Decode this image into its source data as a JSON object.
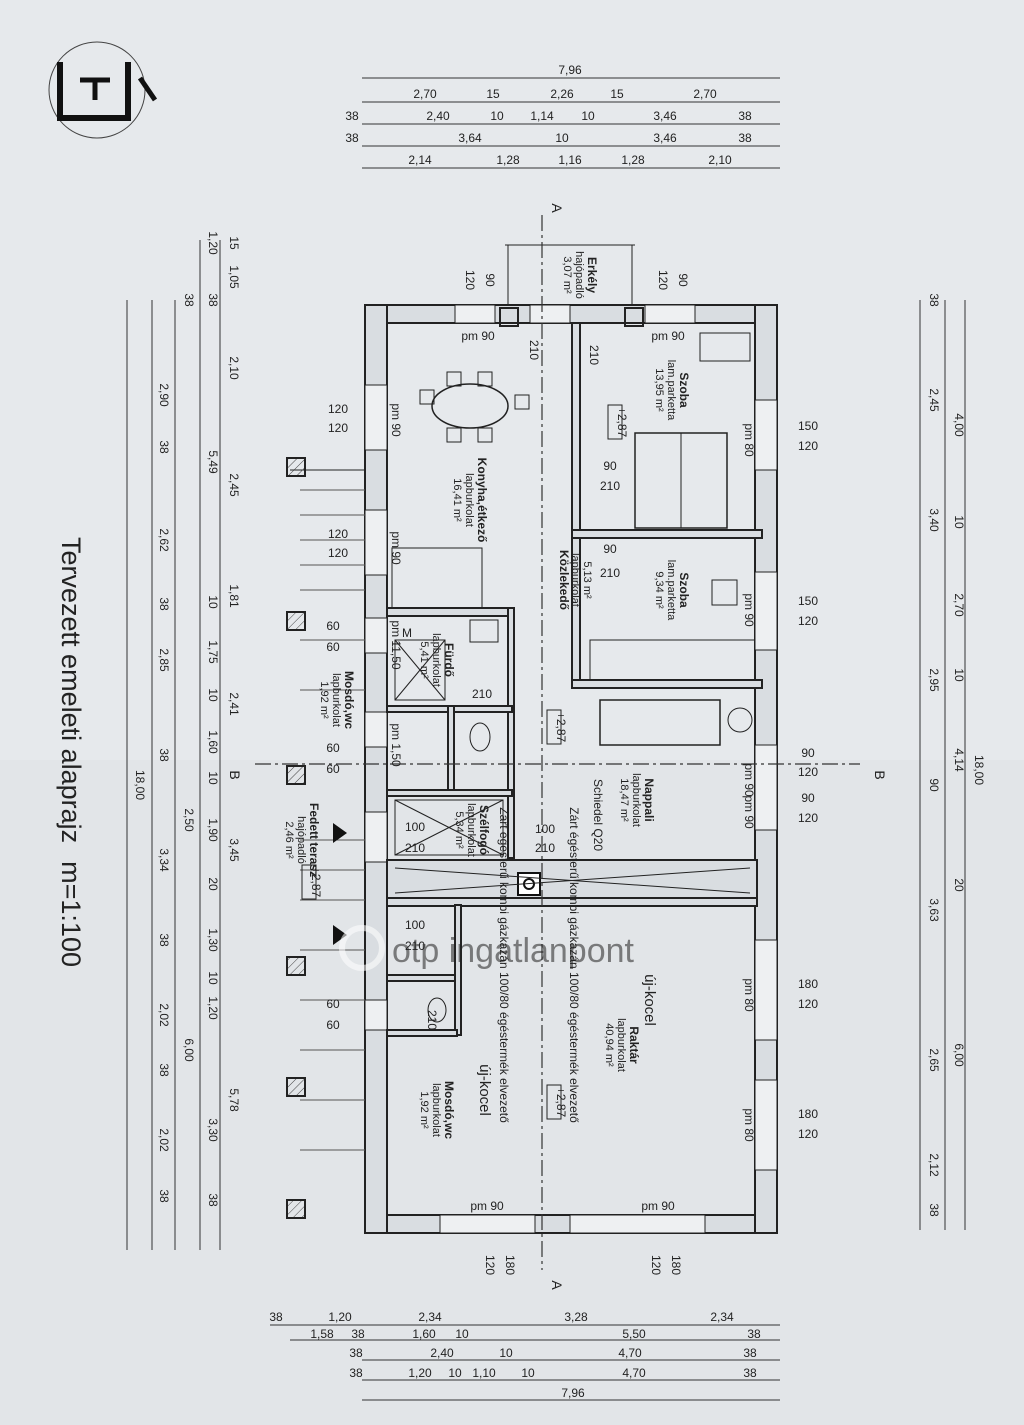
{
  "title": "Tervezett emeleti alaprajz",
  "scale": "m=1:100",
  "logo_text": "otp ingatlanpont",
  "section_marks": {
    "a": "A",
    "b": "B"
  },
  "top_dims": [
    [
      "7,96"
    ],
    [
      "2,70",
      "15",
      "2,26",
      "15",
      "2,70"
    ],
    [
      "38",
      "2,40",
      "10",
      "1,14",
      "10",
      "3,46",
      "38"
    ],
    [
      "38",
      "3,64",
      "10",
      "3,46",
      "38"
    ],
    [
      "2,14",
      "1,28",
      "1,16",
      "1,28",
      "2,10"
    ]
  ],
  "bottom_dims": [
    [
      "38",
      "1,20",
      "2,34",
      "3,28",
      "2,34"
    ],
    [
      "1,58",
      "38",
      "1,60",
      "10",
      "5,50",
      "38"
    ],
    [
      "38",
      "2,40",
      "10",
      "4,70",
      "38"
    ],
    [
      "38",
      "1,20",
      "10",
      "1,10",
      "10",
      "4,70",
      "38"
    ],
    [
      "7,96"
    ]
  ],
  "left_dims": [
    [
      "15",
      "1,05",
      "2,10",
      "2,45",
      "1,81",
      "2,41",
      "3,45",
      "5,78"
    ],
    [
      "1,20",
      "38",
      "5,49",
      "10",
      "1,75",
      "10",
      "1,60",
      "10",
      "1,90",
      "20",
      "1,30",
      "10",
      "1,20",
      "6,00",
      "3,30",
      "38"
    ],
    [
      "38",
      "2,90",
      "38",
      "2,62",
      "38",
      "2,85",
      "38",
      "2,50",
      "3,34",
      "38",
      "2,02",
      "38",
      "2,02",
      "38"
    ],
    [
      "18,00"
    ]
  ],
  "right_dims": [
    [
      "38",
      "2,45",
      "3,40",
      "2,95",
      "90",
      "3,63",
      "2,65",
      "2,12",
      "38"
    ],
    [
      "4,00",
      "10",
      "2,70",
      "10",
      "4,14",
      "20",
      "6,00"
    ],
    [
      "18,00"
    ]
  ],
  "rooms": [
    {
      "name": "Erkély",
      "floor": "hajópadló",
      "area": "3,07 m²"
    },
    {
      "name": "Szoba",
      "floor": "lam.parketta",
      "area": "13,95 m²"
    },
    {
      "name": "Konyha,étkező",
      "floor": "lapburkolat",
      "area": "16,41 m²"
    },
    {
      "name": "Közlekedő",
      "floor": "lapburkolat",
      "area": "5,13 m²"
    },
    {
      "name": "Szoba",
      "floor": "lam.parketta",
      "area": "9,34 m²"
    },
    {
      "name": "Fürdő",
      "floor": "lapburkolat",
      "area": "5,41 m²"
    },
    {
      "name": "Mosdó,wc",
      "floor": "lapburkolat",
      "area": "1,92 m²"
    },
    {
      "name": "Nappali",
      "floor": "lapburkolat",
      "area": "18,47 m²"
    },
    {
      "name": "Szélfogó",
      "floor": "lapburkolat",
      "area": "5,34 m²"
    },
    {
      "name": "Fedett terasz",
      "floor": "hajópadló",
      "area": "2,46 m²"
    },
    {
      "name": "Raktár",
      "floor": "lapburkolat",
      "area": "40,94 m²"
    },
    {
      "name": "Mosdó,wc",
      "floor": "lapburkolat",
      "area": "1,92 m²"
    }
  ],
  "openings": [
    [
      "90",
      "120"
    ],
    [
      "90",
      "120"
    ],
    [
      "120",
      "120"
    ],
    [
      "120",
      "120"
    ],
    [
      "150",
      "120"
    ],
    [
      "150",
      "120"
    ],
    [
      "60",
      "60"
    ],
    [
      "60",
      "60"
    ],
    [
      "90",
      "120"
    ],
    [
      "90",
      "120"
    ],
    [
      "60",
      "60"
    ],
    [
      "180",
      "120"
    ],
    [
      "180",
      "120"
    ],
    [
      "90",
      "210"
    ],
    [
      "90",
      "210"
    ],
    [
      "100",
      "210"
    ],
    [
      "100",
      "210"
    ],
    [
      "100",
      "210"
    ],
    [
      "120",
      "180"
    ],
    [
      "120",
      "180"
    ]
  ],
  "door_210": [
    "210",
    "210",
    "210",
    "210"
  ],
  "pm_labels": [
    "pm 90",
    "pm 90",
    "pm 90",
    "pm 80",
    "pm 90",
    "pm 90",
    "pm 90",
    "pm 80",
    "pm 80",
    "pm 90",
    "pm 90",
    "pm 11,50",
    "pm 90",
    "M",
    "pm 1,50"
  ],
  "levels": [
    "+2,87",
    "+2,87",
    "+2,87",
    "+2,87"
  ],
  "notes": {
    "schiedel": "Schiedel Q20",
    "boiler1": "Zárt égésterű kombi gázkazán 100/80 égéstermék elvezető",
    "boiler2": "Zárt égésterű kombi gázkazán 100/80 égéstermék elvezető",
    "hand1": "új-kocel",
    "hand2": "új-kocel"
  }
}
